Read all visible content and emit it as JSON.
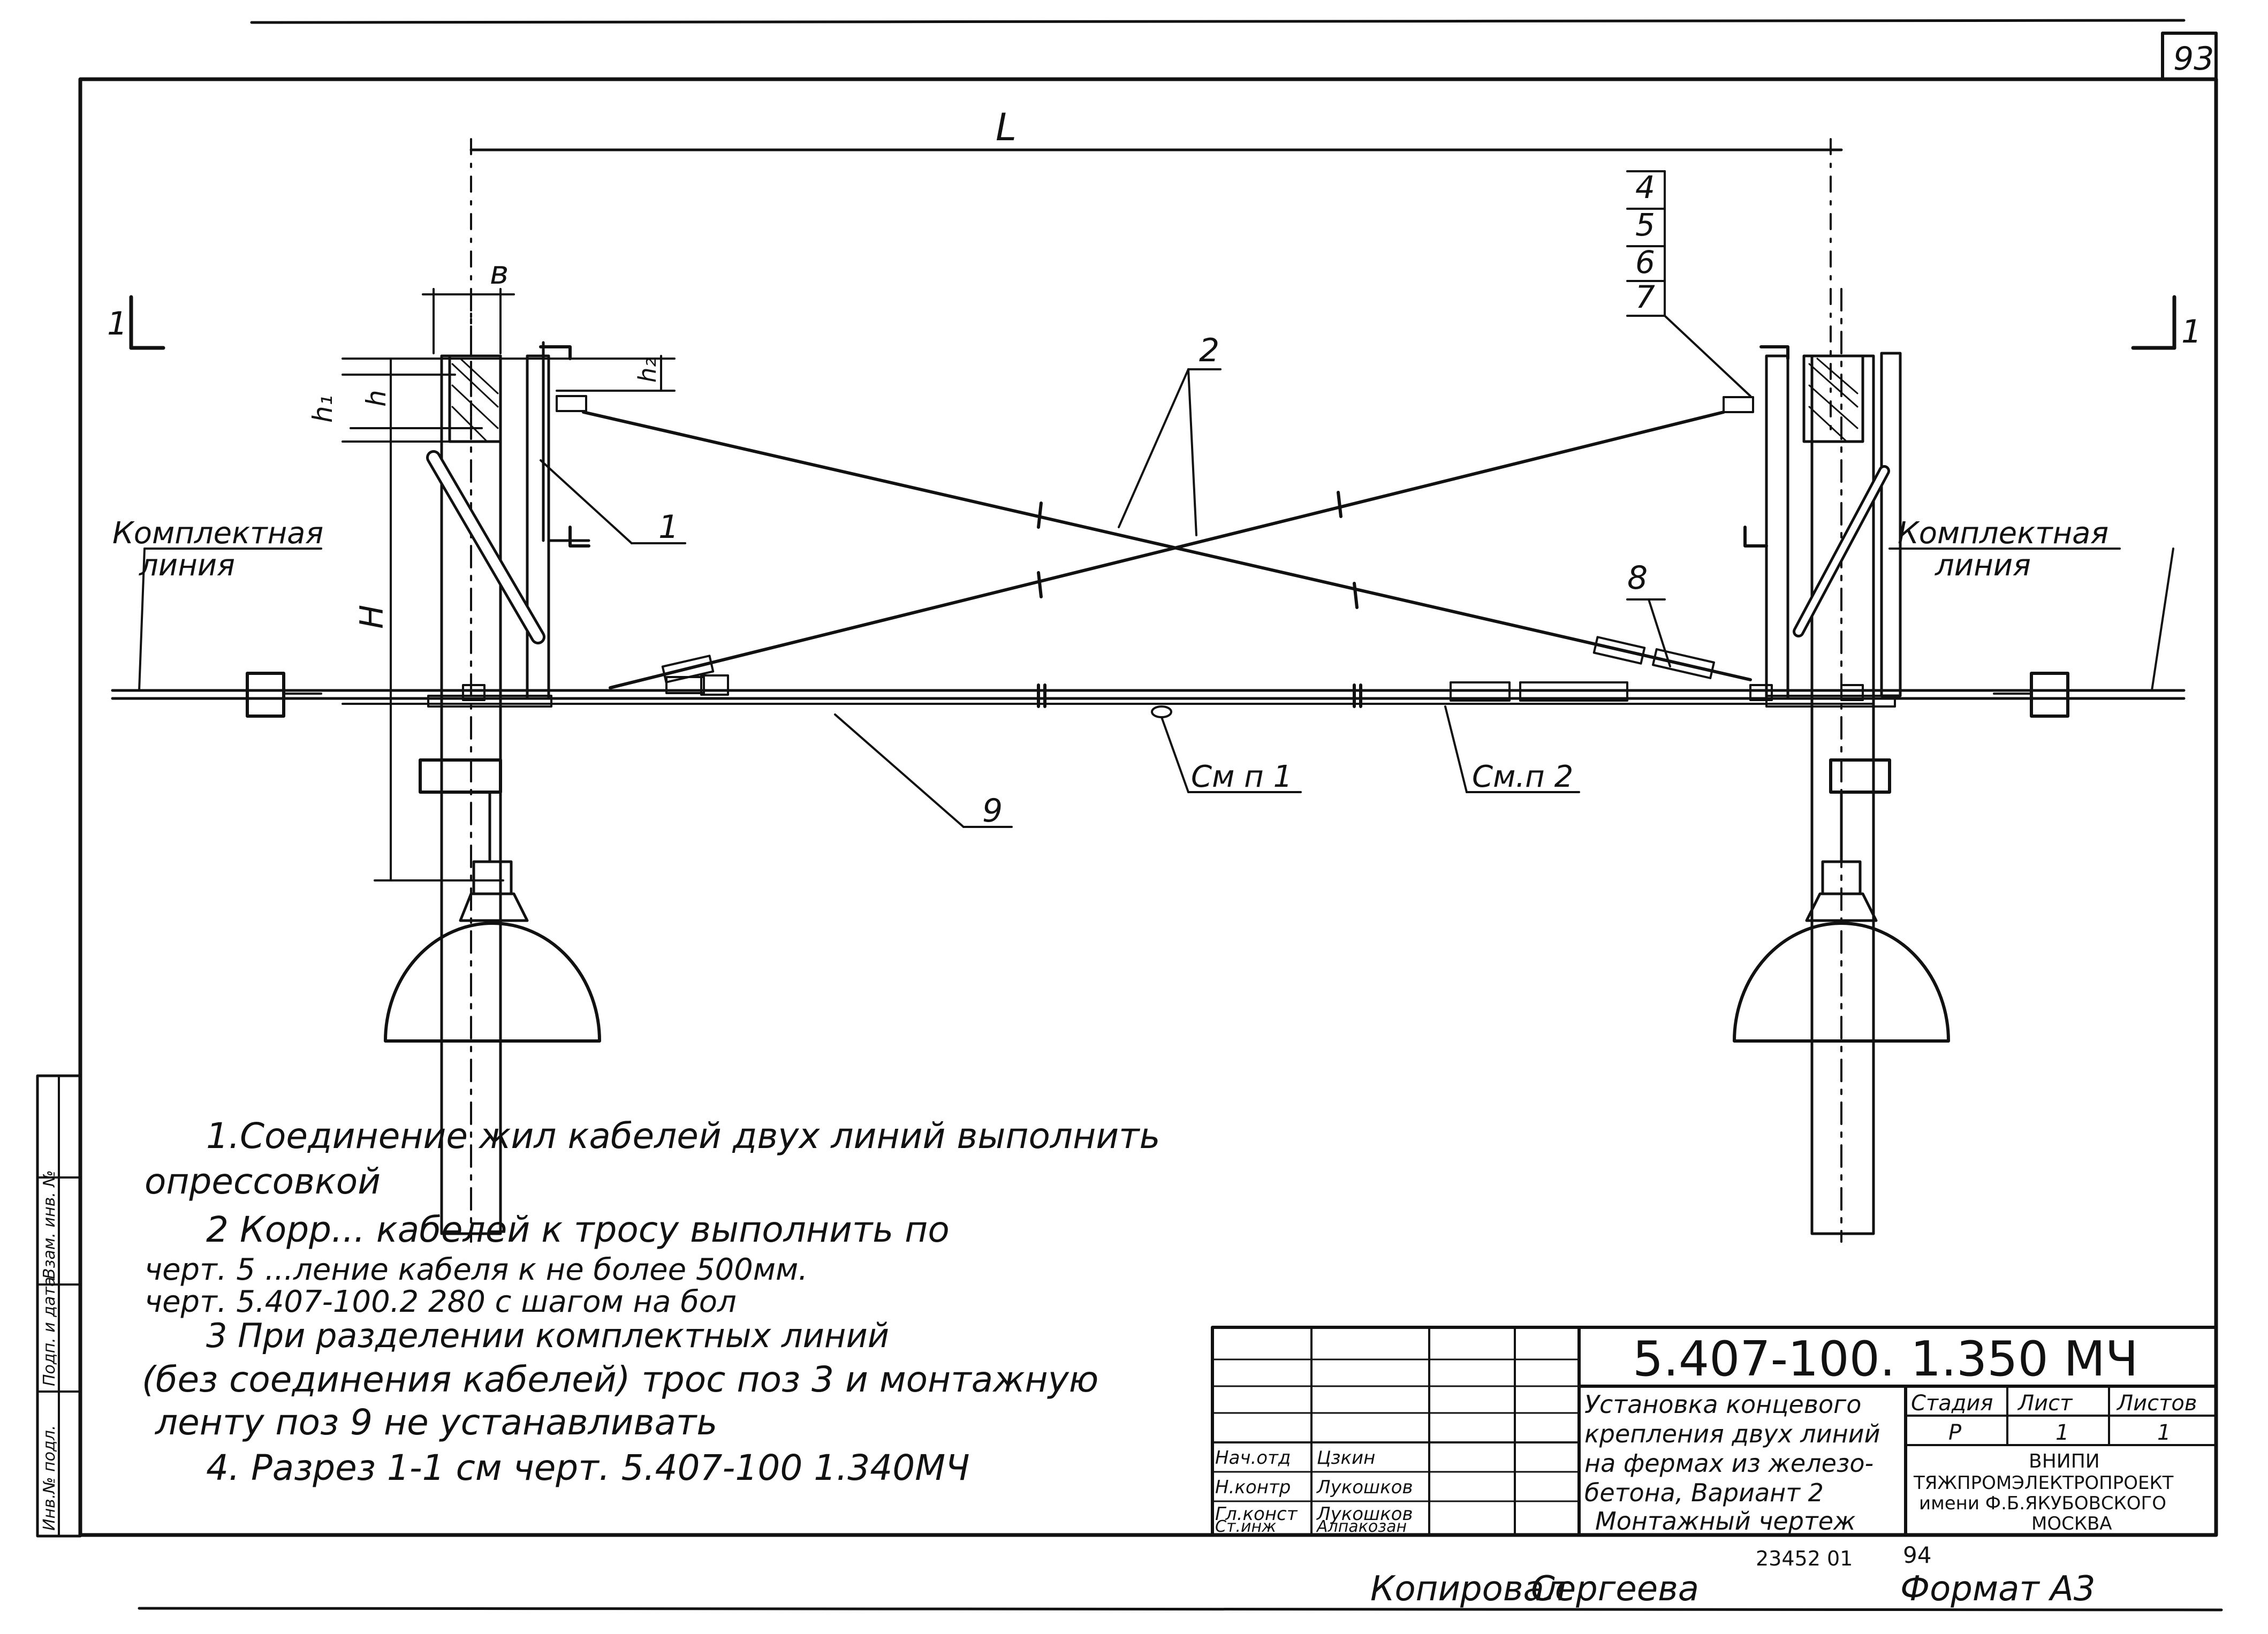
{
  "sheet_number": "93",
  "dimensions": {
    "span": "L",
    "width": "в",
    "h1": "h₁",
    "h": "h",
    "h2": "h₂",
    "height": "H"
  },
  "callouts": {
    "truss_left": "1",
    "cable_cross": "2",
    "stack": [
      "4",
      "5",
      "6",
      "7"
    ],
    "item_8": "8",
    "item_9": "9",
    "section_left_num": "1",
    "section_right_num": "1",
    "see_note_1": "См п 1",
    "see_note_2": "См.п 2"
  },
  "labels": {
    "complete_line_left": [
      "Комплектная",
      "линия"
    ],
    "complete_line_right": [
      "Комплектная",
      "линия"
    ]
  },
  "notes": [
    "1.Соединение жил кабелей двух линий выполнить",
    "опрессовкой",
    "2 Корр... кабелей к тросу выполнить по",
    "черт. 5 ...ление кабеля к    не более 500мм.",
    "черт. 5.407-100.2 280    с шагом на бол",
    "3 При разделении    комплектных линий",
    "(без соединения кабелей) трос поз 3 и монтажную",
    "ленту поз 9 не устанавливать",
    "4. Разрез 1-1 см черт. 5.407-100 1.340МЧ"
  ],
  "side_stamp": [
    "Инв.№ подл.",
    "Подп. и дата",
    "Взам. инв. №"
  ],
  "title_block": {
    "doc_code": "5.407-100. 1.350 МЧ",
    "title_lines": [
      "Установка концевого",
      "крепления двух линий",
      "на фермах из железо-",
      "бетона, Вариант 2",
      "Монтажный чертеж"
    ],
    "headers": [
      "Стадия",
      "Лист",
      "Листов"
    ],
    "values": [
      "Р",
      "1",
      "1"
    ],
    "roles": [
      {
        "role": "Нач.отд",
        "name": "Цзкин"
      },
      {
        "role": "Н.контр",
        "name": "Лукошков"
      },
      {
        "role": "Гл.конст",
        "name": "Лукошков"
      },
      {
        "role": "Ст.инж",
        "name": "Алпакозан"
      }
    ],
    "org": [
      "ВНИПИ",
      "ТЯЖПРОМЭЛЕКТРОПРОЕКТ",
      "имени Ф.Б.ЯКУБОВСКОГО",
      "МОСКВА"
    ]
  },
  "footer": {
    "copied": "Копировал",
    "copier": "Сергеева",
    "order": "23452 01",
    "page": "94",
    "format": "Формат А3"
  }
}
